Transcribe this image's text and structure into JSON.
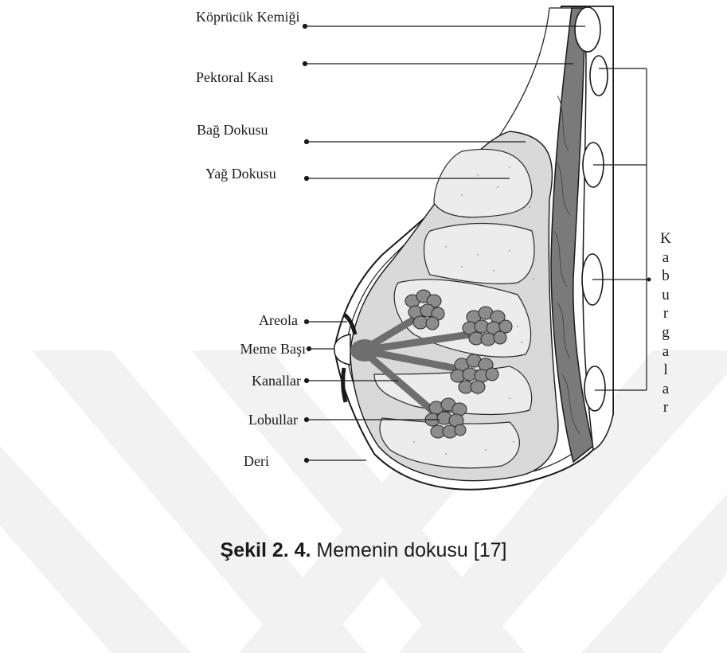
{
  "labels": {
    "clavicle": "Köprücük Kemiği",
    "pectoral": "Pektoral Kası",
    "connective": "Bağ Dokusu",
    "fat": "Yağ Dokusu",
    "areola": "Areola",
    "nipple": "Meme Başı",
    "ducts": "Kanallar",
    "lobules": "Lobullar",
    "skin": "Deri",
    "ribs": "Kaburgalar"
  },
  "caption": {
    "number": "Şekil 2. 4.",
    "text": " Memenin dokusu [17]"
  },
  "colors": {
    "outline": "#1a1a1a",
    "connective_fill": "#d9d9d9",
    "fat_fill": "#ececec",
    "lobule_fill": "#8c8c8c",
    "duct_fill": "#6e6e6e",
    "muscle_fill": "#7a7a7a",
    "watermark": "#f3f3f3"
  }
}
